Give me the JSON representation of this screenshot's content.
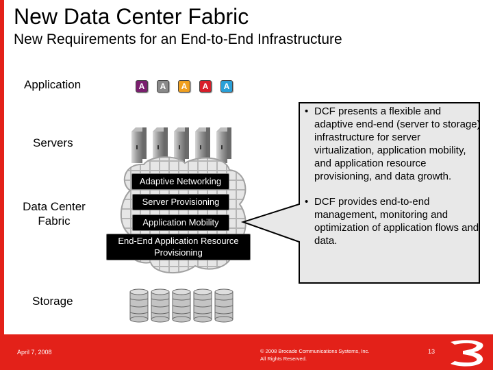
{
  "title": "New Data Center Fabric",
  "subtitle": "New Requirements for an End-to-End Infrastructure",
  "layers": {
    "application": "Application",
    "servers": "Servers",
    "data_center_fabric": "Data Center Fabric",
    "storage": "Storage"
  },
  "app_badges": [
    {
      "letter": "A",
      "color": "#7a1f6e"
    },
    {
      "letter": "A",
      "color": "#8a8a8a"
    },
    {
      "letter": "A",
      "color": "#f0a020"
    },
    {
      "letter": "A",
      "color": "#d81e2a"
    },
    {
      "letter": "A",
      "color": "#2aa0d8"
    }
  ],
  "fabric_boxes": {
    "adaptive_networking": "Adaptive Networking",
    "server_provisioning": "Server Provisioning",
    "application_mobility": "Application Mobility",
    "end_to_end": "End-End Application Resource Provisioning"
  },
  "bullets": [
    "DCF presents a flexible and adaptive end-end (server to storage) infrastructure for server virtualization, application mobility, and application resource provisioning, and data growth.",
    "DCF provides end-to-end management, monitoring and optimization of application flows and data."
  ],
  "bullet_symbol": "•",
  "footer": {
    "date": "April 7, 2008",
    "copyright_line1": "© 2008 Brocade Communications Systems, Inc.",
    "copyright_line2": "All Rights Reserved.",
    "page": "13"
  },
  "colors": {
    "brand_red": "#e32119",
    "box_black": "#000000"
  },
  "icons": {
    "logo": "brocade-logo-icon",
    "server": "server-rack-icon",
    "storage": "disk-array-icon"
  }
}
